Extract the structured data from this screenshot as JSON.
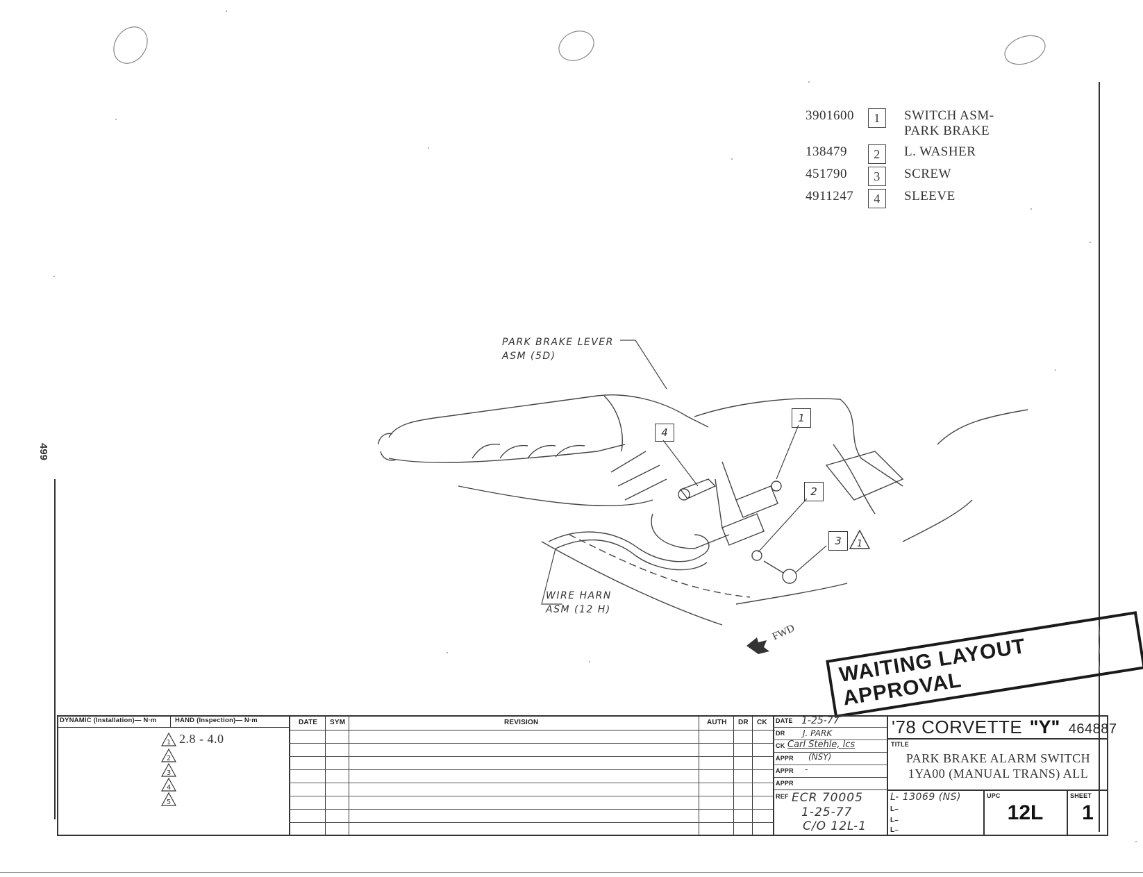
{
  "page_number": "499",
  "parts_list": [
    {
      "part_number": "3901600",
      "index": "1",
      "description_line1": "SWITCH ASM-",
      "description_line2": "PARK BRAKE"
    },
    {
      "part_number": "138479",
      "index": "2",
      "description_line1": "L. WASHER",
      "description_line2": ""
    },
    {
      "part_number": "451790",
      "index": "3",
      "description_line1": "SCREW",
      "description_line2": ""
    },
    {
      "part_number": "4911247",
      "index": "4",
      "description_line1": "SLEEVE",
      "description_line2": ""
    }
  ],
  "drawing": {
    "label_lever_line1": "PARK BRAKE LEVER",
    "label_lever_line2": "ASM (5D)",
    "label_harness_line1": "WIRE HARN",
    "label_harness_line2": "ASM (12 H)",
    "callout_1": "1",
    "callout_2": "2",
    "callout_3": "3",
    "callout_4": "4",
    "callout_torque_flag": "1",
    "fwd_label": "FWD"
  },
  "stamp": {
    "text": "WAITING LAYOUT APPROVAL"
  },
  "torque_table": {
    "header_dynamic": "DYNAMIC (Installation)— N·m",
    "header_hand": "HAND (Inspection)— N·m",
    "flags": [
      "1",
      "2",
      "3",
      "4",
      "5"
    ],
    "value_1": "2.8 - 4.0"
  },
  "revision_table": {
    "headers": [
      "DATE",
      "SYM",
      "REVISION",
      "AUTH",
      "DR",
      "CK"
    ]
  },
  "approval_block": {
    "date_label": "DATE",
    "date_value": "1-25-77",
    "dr_label": "DR",
    "dr_value": "J. PARK",
    "ck_label": "CK",
    "ck_value": "Carl Stehle, lcs",
    "appr1_label": "APPR",
    "appr1_value": "(NSY)",
    "appr2_label": "APPR",
    "appr2_value": "-",
    "appr3_label": "APPR",
    "ref_label": "REF",
    "ref_line1": "ECR 70005",
    "ref_line2": "1-25-77",
    "ref_line3": "C/O 12L-1"
  },
  "title_block": {
    "model_prefix": "'78 CORVETTE",
    "model_code": "\"Y\"",
    "drawing_number": "464887",
    "title_label": "TITLE",
    "title_line1": "PARK BRAKE ALARM SWITCH",
    "title_line2": "1YA00 (MANUAL TRANS) ALL",
    "l_line1": "L- 13069 (NS)",
    "l_line2": "L–",
    "l_line3": "L–",
    "l_line4": "L–",
    "upc_label": "UPC",
    "upc_value": "12L",
    "sheet_label": "SHEET",
    "sheet_value": "1"
  }
}
